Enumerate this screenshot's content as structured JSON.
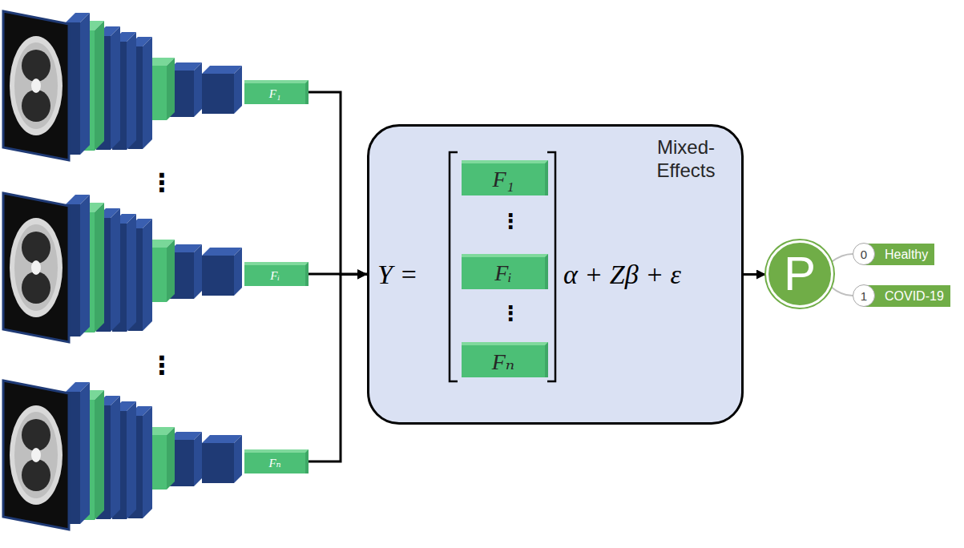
{
  "diagram": {
    "nodes": [
      {
        "text": [
          "F₁"
        ]
      },
      {
        "text": [
          "Fᵢ"
        ]
      },
      {
        "text": [
          "Fₙ"
        ]
      },
      {
        "text": [
          "Mixed- Effects",
          "Y =",
          "α + Zβ + ε"
        ]
      },
      {
        "text": [
          "F₁"
        ],
        "in": 3
      },
      {
        "text": [
          "Fᵢ"
        ],
        "in": 3
      },
      {
        "text": [
          "Fₙ"
        ],
        "in": 3
      },
      {
        "text": [
          "P"
        ]
      },
      {
        "text": [
          "0"
        ]
      },
      {
        "text": [
          "Healthy"
        ]
      },
      {
        "text": [
          "1"
        ]
      },
      {
        "text": [
          "COVID-19"
        ]
      }
    ],
    "edges": [
      {
        "from": 0,
        "to": 3,
        "arrow": "to"
      },
      {
        "from": 1,
        "to": 3,
        "arrow": "to"
      },
      {
        "from": 2,
        "to": 3,
        "arrow": "to"
      },
      {
        "from": 3,
        "to": 7,
        "arrow": "to"
      },
      {
        "from": 7,
        "to": 8,
        "arrow": "none"
      },
      {
        "from": 7,
        "to": 10,
        "arrow": "none"
      }
    ],
    "labels": [
      "⋮",
      "⋮",
      "⋮",
      "⋮"
    ]
  }
}
